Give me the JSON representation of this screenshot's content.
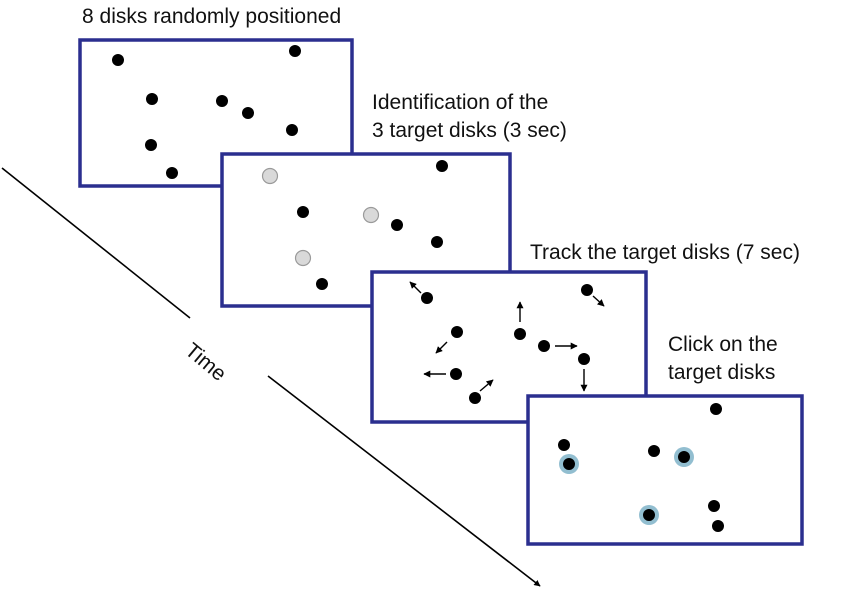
{
  "title": "8 disks randomly positioned",
  "time_label": "Time",
  "colors": {
    "frame_border": "#2b2f8f",
    "disk": "#000000",
    "target_highlight": "#d9d9d9",
    "target_highlight_stroke": "#9a9a9a",
    "selected_ring": "#7fb3c8",
    "arrow": "#000000"
  },
  "panels": [
    {
      "id": "random",
      "label_lines": []
    },
    {
      "id": "identify",
      "label_lines": [
        "Identification of the",
        "3 target disks (3 sec)"
      ]
    },
    {
      "id": "track",
      "label_lines": [
        "Track the target disks (7 sec)"
      ]
    },
    {
      "id": "click",
      "label_lines": [
        "Click on the",
        "target disks"
      ]
    }
  ]
}
